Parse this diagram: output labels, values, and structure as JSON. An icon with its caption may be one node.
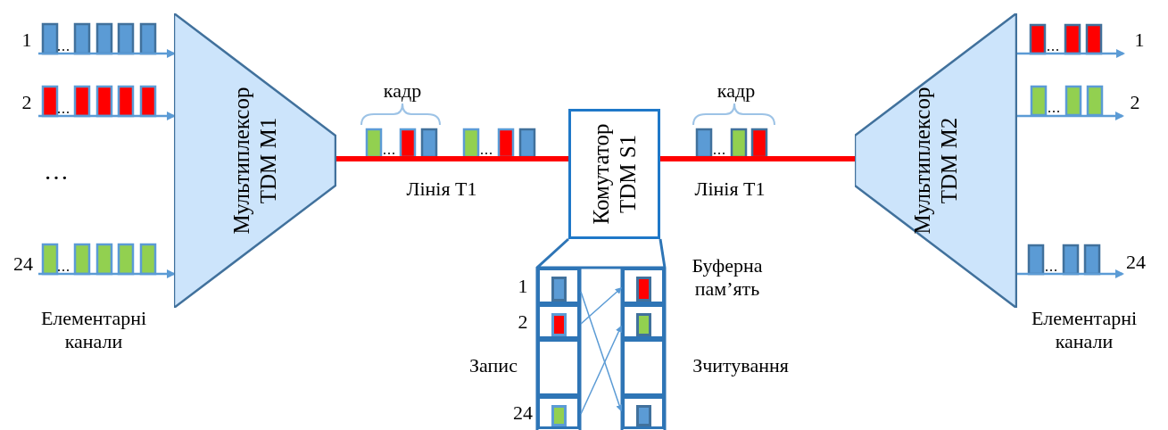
{
  "diagram": {
    "nodes": [
      {
        "text": [
          "Мультиплексор TDM M1"
        ]
      },
      {
        "text": [
          "Комутатор TDM S1"
        ]
      },
      {
        "text": [
          "Мультиплексор TDM M2"
        ]
      },
      {
        "text": [],
        "shape": "box",
        "beside": [
          "1"
        ]
      },
      {
        "text": [],
        "shape": "box",
        "beside": [
          "2"
        ]
      },
      {
        "text": [],
        "shape": "box"
      },
      {
        "text": [],
        "shape": "box",
        "beside": [
          "24"
        ]
      },
      {
        "text": [],
        "shape": "box"
      },
      {
        "text": [],
        "shape": "box"
      },
      {
        "text": [],
        "shape": "box"
      },
      {
        "text": [],
        "shape": "box"
      },
      {
        "text": [
          "1"
        ]
      },
      {
        "text": [
          "2"
        ]
      },
      {
        "text": [
          "24"
        ]
      },
      {
        "text": [
          "1"
        ]
      },
      {
        "text": [
          "2"
        ]
      },
      {
        "text": [
          "24"
        ]
      }
    ],
    "edges": [
      {
        "from": 11,
        "to": 0,
        "arrow": "to"
      },
      {
        "from": 12,
        "to": 0,
        "arrow": "to"
      },
      {
        "from": 13,
        "to": 0,
        "arrow": "to"
      },
      {
        "from": 0,
        "to": 1,
        "arrow": "none",
        "label": "Лінія T1",
        "style": "thick",
        "color": "#ff0000"
      },
      {
        "from": 1,
        "to": 2,
        "arrow": "none",
        "label": "Лінія T1",
        "style": "thick",
        "color": "#ff0000"
      },
      {
        "from": 2,
        "to": 14,
        "arrow": "to"
      },
      {
        "from": 2,
        "to": 15,
        "arrow": "to"
      },
      {
        "from": 2,
        "to": 16,
        "arrow": "to"
      },
      {
        "from": 3,
        "to": 10,
        "arrow": "to"
      },
      {
        "from": 4,
        "to": 7,
        "arrow": "to"
      },
      {
        "from": 6,
        "to": 8,
        "arrow": "to"
      }
    ],
    "labels": [
      "…",
      "Елементарні канали",
      "кадр",
      "кадр",
      "Буферна пам’ять",
      "Запис",
      "Зчитування",
      "Елементарні канали"
    ]
  }
}
